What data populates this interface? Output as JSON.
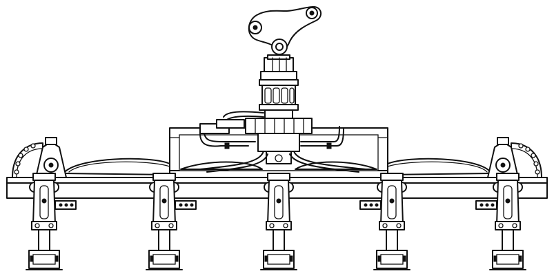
{
  "drawing": {
    "line_color": "#111111",
    "background": "#ffffff",
    "legs": [
      {
        "name": "leg-1"
      },
      {
        "name": "leg-2"
      },
      {
        "name": "leg-3"
      },
      {
        "name": "leg-4"
      },
      {
        "name": "leg-5"
      }
    ]
  }
}
